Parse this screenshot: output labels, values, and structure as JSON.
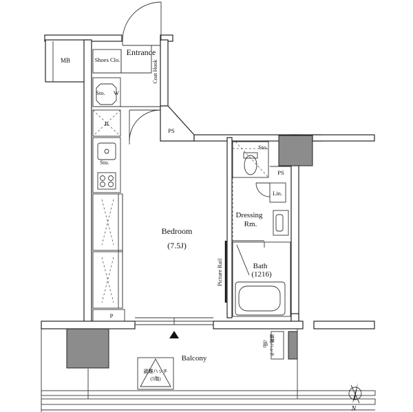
{
  "rooms": {
    "mb": "MB",
    "shoes_closet": "Shoes Clo.",
    "entrance": "Entrance",
    "coat_hook": "Coat Hook",
    "storage_top": "Sto.",
    "washer": "W",
    "ps_left": "PS",
    "refrigerator": "R",
    "storage_kitchen": "Sto.",
    "bedroom": "Bedroom",
    "bedroom_size": "(7.5J)",
    "picture_rail": "Picture Rail",
    "pipe_p": "P",
    "storage_toilet": "Sto.",
    "ps_right": "PS",
    "linen": "Lin.",
    "dressing_line1": "Dressing",
    "dressing_line2": "Rm.",
    "bath": "Bath",
    "bath_size": "(1216)",
    "balcony": "Balcony",
    "evac_ladder_line1": "避難ハッチ",
    "evac_ladder_line2": "(5階)",
    "evac_partition_line1": "避難ハッチ",
    "evac_partition_line2": "(隔)"
  },
  "compass": {
    "north": "N"
  }
}
